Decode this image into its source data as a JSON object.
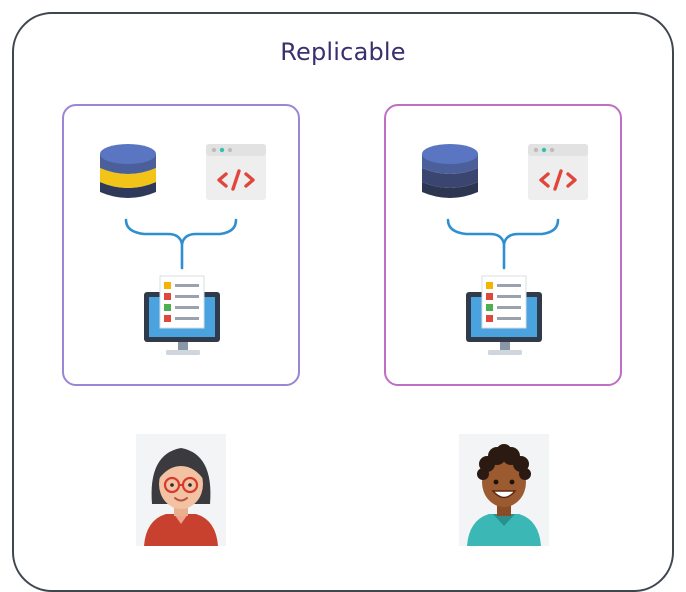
{
  "title": "Replicable",
  "colors": {
    "frame_border": "#3f4650",
    "title_text": "#3b2f6e",
    "panel_left_border": "#9b86d6",
    "panel_right_border": "#bf6fc3",
    "brace": "#2f8fd0",
    "code_symbol": "#e0463b"
  },
  "panels": [
    {
      "database_icon": "database-icon-blue-yellow",
      "code_icon": "code-window-icon",
      "connector": "curly-brace-connector",
      "result_icon": "monitor-checklist-icon"
    },
    {
      "database_icon": "database-icon-blue-navy",
      "code_icon": "code-window-icon",
      "connector": "curly-brace-connector",
      "result_icon": "monitor-checklist-icon"
    }
  ],
  "people": [
    {
      "icon": "woman-with-glasses-avatar"
    },
    {
      "icon": "man-smiling-avatar"
    }
  ]
}
